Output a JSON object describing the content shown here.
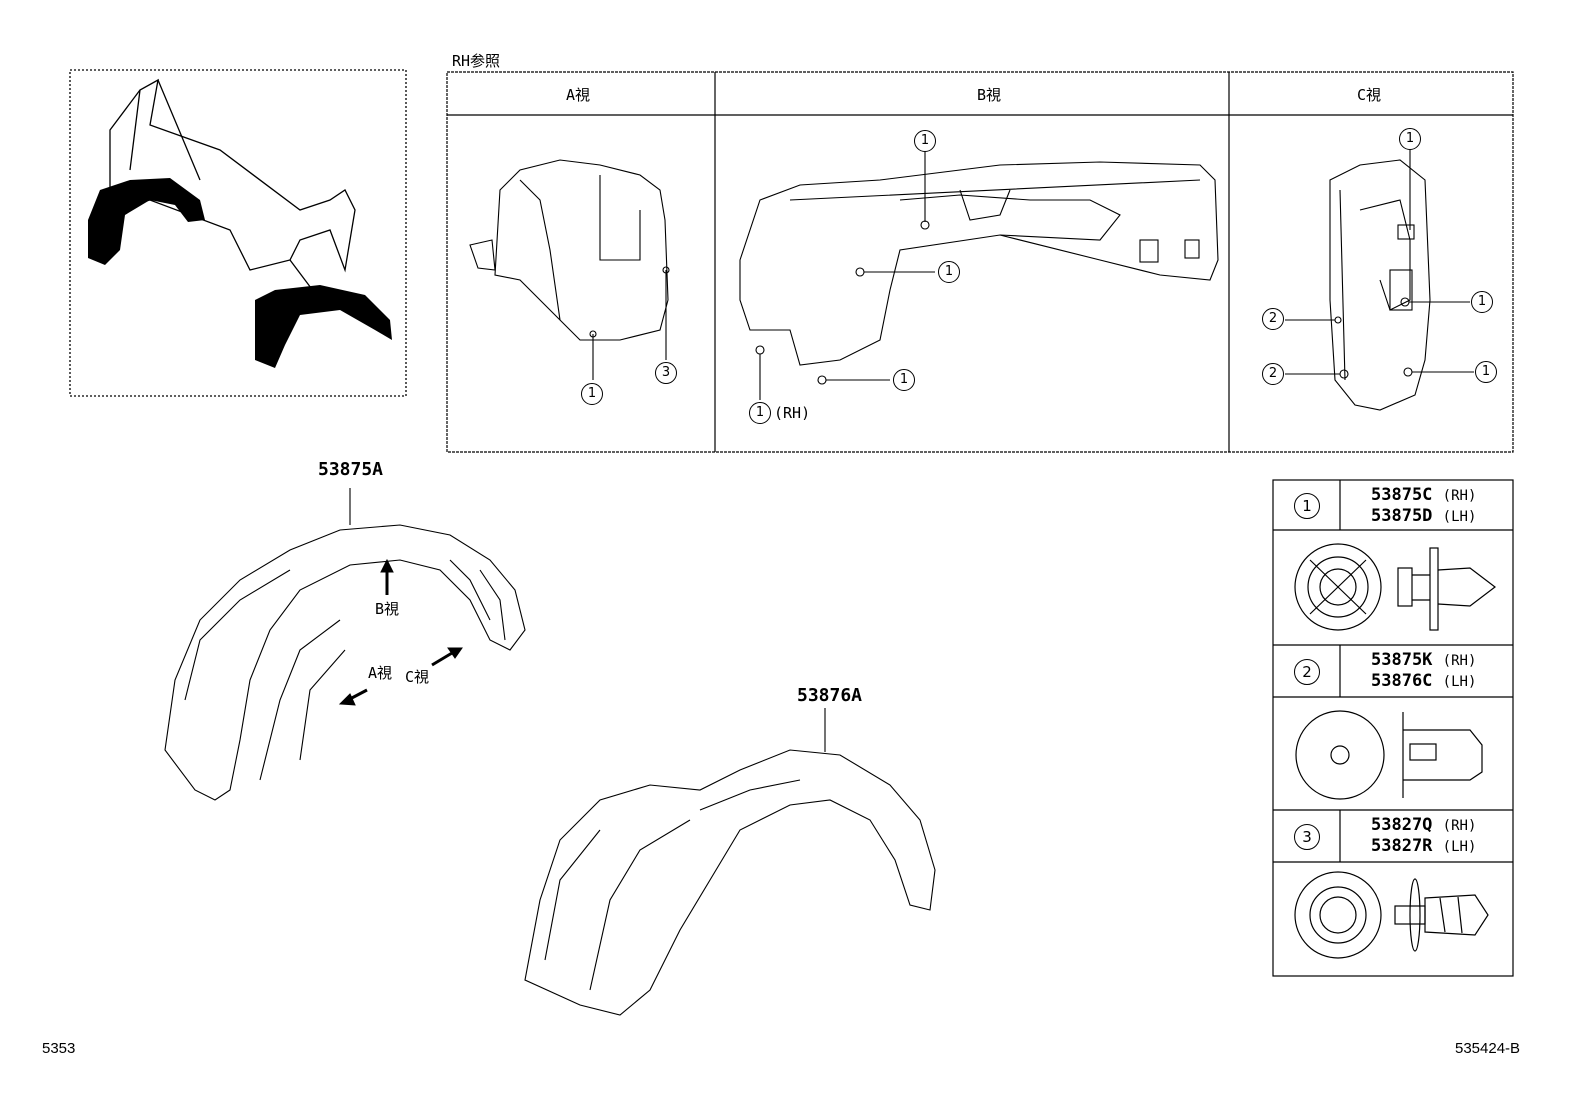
{
  "header": {
    "rh_ref": "RH参照"
  },
  "views": [
    {
      "label": "A視"
    },
    {
      "label": "B視"
    },
    {
      "label": "C視"
    }
  ],
  "callouts": {
    "one": "1",
    "two": "2",
    "three": "3",
    "rh": "(RH)"
  },
  "parts": {
    "front_liner": "53875A",
    "rear_liner": "53876A"
  },
  "arrow_labels": {
    "b_view": "B視",
    "a_view": "A視",
    "c_view": "C視"
  },
  "parts_list": [
    {
      "num": "1",
      "codes": [
        {
          "code": "53875C",
          "side": "(RH)"
        },
        {
          "code": "53875D",
          "side": "(LH)"
        }
      ]
    },
    {
      "num": "2",
      "codes": [
        {
          "code": "53875K",
          "side": "(RH)"
        },
        {
          "code": "53876C",
          "side": "(LH)"
        }
      ]
    },
    {
      "num": "3",
      "codes": [
        {
          "code": "53827Q",
          "side": "(RH)"
        },
        {
          "code": "53827R",
          "side": "(LH)"
        }
      ]
    }
  ],
  "footer": {
    "left_code": "5353",
    "right_code": "535424-B"
  }
}
